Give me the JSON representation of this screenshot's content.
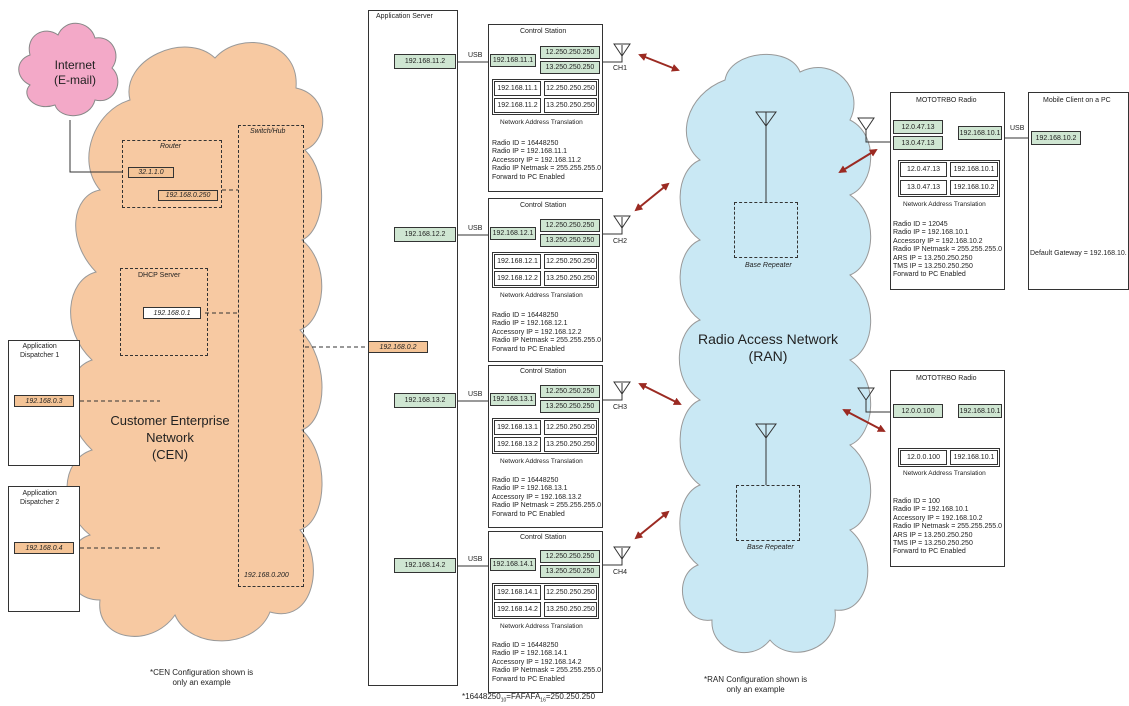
{
  "internet": {
    "line1": "Internet",
    "line2": "(E-mail)"
  },
  "cen": {
    "title_lines": [
      "Customer Enterprise",
      "Network",
      "(CEN)"
    ],
    "router_label": "Router",
    "router_ip_a": "32.1.1.0",
    "router_ip_b": "192.168.0.250",
    "switch_label": "Switch/Hub",
    "switch_ip": "192.168.0.200",
    "dhcp_label": "DHCP Server",
    "dhcp_ip": "192.168.0.1",
    "footnote": "*CEN Configuration shown is\nonly an example"
  },
  "dispatchers": [
    {
      "title": "Application\nDispatcher 1",
      "ip": "192.168.0.3"
    },
    {
      "title": "Application\nDispatcher 2",
      "ip": "192.168.0.4"
    }
  ],
  "app_server": {
    "title": "Application Server",
    "cen_ip": "192.168.0.2"
  },
  "control_stations": [
    {
      "title": "Control Station",
      "server_ip": "192.168.11.2",
      "usb": "USB",
      "usb_ip": "192.168.11.1",
      "radio_ip_a": "12.250.250.250",
      "radio_ip_b": "13.250.250.250",
      "ch": "CH1",
      "nat_rows": [
        [
          "192.168.11.1",
          "12.250.250.250"
        ],
        [
          "192.168.11.2",
          "13.250.250.250"
        ]
      ],
      "nat_label": "Network Address Translation",
      "details": "Radio ID = 16448250\nRadio IP = 192.168.11.1\nAccessory IP = 192.168.11.2\nRadio IP Netmask = 255.255.255.0\nForward to PC Enabled"
    },
    {
      "title": "Control Station",
      "server_ip": "192.168.12.2",
      "usb": "USB",
      "usb_ip": "192.168.12.1",
      "radio_ip_a": "12.250.250.250",
      "radio_ip_b": "13.250.250.250",
      "ch": "CH2",
      "nat_rows": [
        [
          "192.168.12.1",
          "12.250.250.250"
        ],
        [
          "192.168.12.2",
          "13.250.250.250"
        ]
      ],
      "nat_label": "Network Address Translation",
      "details": "Radio ID = 16448250\nRadio IP = 192.168.12.1\nAccessory IP = 192.168.12.2\nRadio IP Netmask = 255.255.255.0\nForward to PC Enabled"
    },
    {
      "title": "Control Station",
      "server_ip": "192.168.13.2",
      "usb": "USB",
      "usb_ip": "192.168.13.1",
      "radio_ip_a": "12.250.250.250",
      "radio_ip_b": "13.250.250.250",
      "ch": "CH3",
      "nat_rows": [
        [
          "192.168.13.1",
          "12.250.250.250"
        ],
        [
          "192.168.13.2",
          "13.250.250.250"
        ]
      ],
      "nat_label": "Network Address Translation",
      "details": "Radio ID = 16448250\nRadio IP = 192.168.13.1\nAccessory IP = 192.168.13.2\nRadio IP Netmask = 255.255.255.0\nForward to PC Enabled"
    },
    {
      "title": "Control Station",
      "server_ip": "192.168.14.2",
      "usb": "USB",
      "usb_ip": "192.168.14.1",
      "radio_ip_a": "12.250.250.250",
      "radio_ip_b": "13.250.250.250",
      "ch": "CH4",
      "nat_rows": [
        [
          "192.168.14.1",
          "12.250.250.250"
        ],
        [
          "192.168.14.2",
          "13.250.250.250"
        ]
      ],
      "nat_label": "Network Address Translation",
      "details": "Radio ID = 16448250\nRadio IP = 192.168.14.1\nAccessory IP = 192.168.14.2\nRadio IP Netmask = 255.255.255.0\nForward to PC Enabled"
    }
  ],
  "ran": {
    "title_lines": [
      "Radio Access Network",
      "(RAN)"
    ],
    "repeater_label": "Base Repeater",
    "footnote": "*RAN Configuration shown is\nonly an example"
  },
  "radio1": {
    "title": "MOTOTRBO Radio",
    "ip_a": "12.0.47.13",
    "ip_b": "13.0.47.13",
    "usb_ip": "192.168.10.1",
    "usb": "USB",
    "nat_rows": [
      [
        "12.0.47.13",
        "192.168.10.1"
      ],
      [
        "13.0.47.13",
        "192.168.10.2"
      ]
    ],
    "nat_label": "Network Address Translation",
    "details": "Radio ID = 12045\nRadio IP = 192.168.10.1\nAccessory IP = 192.168.10.2\nRadio IP Netmask = 255.255.255.0\nARS IP = 13.250.250.250\nTMS IP = 13.250.250.250\nForward to PC Enabled"
  },
  "mobile_client": {
    "title": "Mobile Client on a PC",
    "ip": "192.168.10.2",
    "gateway": "Default Gateway = 192.168.10."
  },
  "radio2": {
    "title": "MOTOTRBO Radio",
    "ip_a": "12.0.0.100",
    "usb_ip": "192.168.10.1",
    "nat_rows": [
      [
        "12.0.0.100",
        "192.168.10.1"
      ]
    ],
    "nat_label": "Network Address Translation",
    "details": "Radio ID = 100\nRadio IP = 192.168.10.1\nAccessory IP = 192.168.10.2\nRadio IP Netmask = 255.255.255.0\nARS IP = 13.250.250.250\nTMS IP = 13.250.250.250\nForward to PC Enabled"
  },
  "bottom_note": {
    "prefix": "*16448250",
    "sub1": "10",
    "mid": "=FAFAFA",
    "sub2": "16",
    "suffix": "=250.250.250"
  },
  "colors": {
    "cen_cloud": "#f7c9a2",
    "ran_cloud": "#c9e8f4",
    "internet_cloud": "#f3a9c8",
    "green_ip": "#cfe6d2",
    "orange_ip": "#f4c497",
    "arrow": "#9b2a22"
  }
}
